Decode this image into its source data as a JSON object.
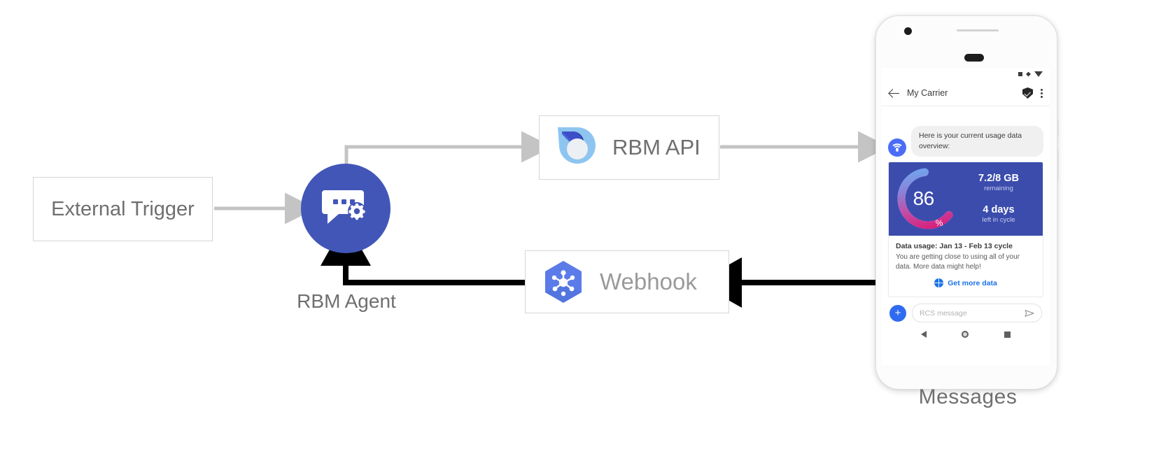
{
  "diagram": {
    "nodes": {
      "external_trigger": {
        "label": "External Trigger"
      },
      "rbm_agent": {
        "label": "RBM Agent",
        "icon": "chat-gear-icon",
        "color": "#4256b8"
      },
      "rbm_api": {
        "label": "RBM API",
        "icon": "rbm-api-droplet-icon"
      },
      "webhook": {
        "label": "Webhook",
        "icon": "webhook-hexagon-icon",
        "color": "#4a76e8"
      },
      "messages": {
        "label": "Messages"
      }
    },
    "edges": [
      {
        "from": "external_trigger",
        "to": "rbm_agent",
        "style": "gray"
      },
      {
        "from": "rbm_agent",
        "to": "rbm_api",
        "style": "gray"
      },
      {
        "from": "rbm_api",
        "to": "messages",
        "style": "gray"
      },
      {
        "from": "messages",
        "to": "webhook",
        "style": "black"
      },
      {
        "from": "webhook",
        "to": "rbm_agent",
        "style": "black"
      }
    ],
    "colors": {
      "gray_arrow": "#c4c4c4",
      "black_arrow": "#000000",
      "box_border": "#d6d6d6"
    }
  },
  "phone": {
    "status_bar": {
      "icons": [
        "signal-icon",
        "wifi-icon",
        "battery-icon"
      ]
    },
    "app_bar": {
      "back_icon": "arrow-back-icon",
      "title": "My Carrier",
      "verified_icon": "verified-shield-icon",
      "overflow_icon": "more-vert-icon"
    },
    "conversation": {
      "avatar_icon": "carrier-wifi-avatar-icon",
      "incoming_message": "Here is your current usage data overview:",
      "rich_card": {
        "gauge": {
          "value": 86,
          "unit": "%",
          "ring_colors": [
            "#6ea8f0",
            "#9b6fd1",
            "#d6409a",
            "#ffffff"
          ]
        },
        "stats": [
          {
            "value": "7.2/8 GB",
            "caption": "remaining"
          },
          {
            "value": "4 days",
            "caption": "left in cycle"
          }
        ],
        "title": "Data usage: Jan 13 - Feb 13 cycle",
        "body": "You are getting close to using all of your data. More data might help!",
        "action": {
          "icon": "globe-icon",
          "label": "Get more data",
          "color": "#1a73e8"
        },
        "hero_background": "#3b4cad"
      }
    },
    "composer": {
      "add_icon": "plus-icon",
      "placeholder": "RCS message",
      "send_icon": "send-icon"
    },
    "nav_bar": {
      "back": "nav-back-icon",
      "home": "nav-home-icon",
      "recents": "nav-recents-icon"
    },
    "caption": "Messages"
  }
}
